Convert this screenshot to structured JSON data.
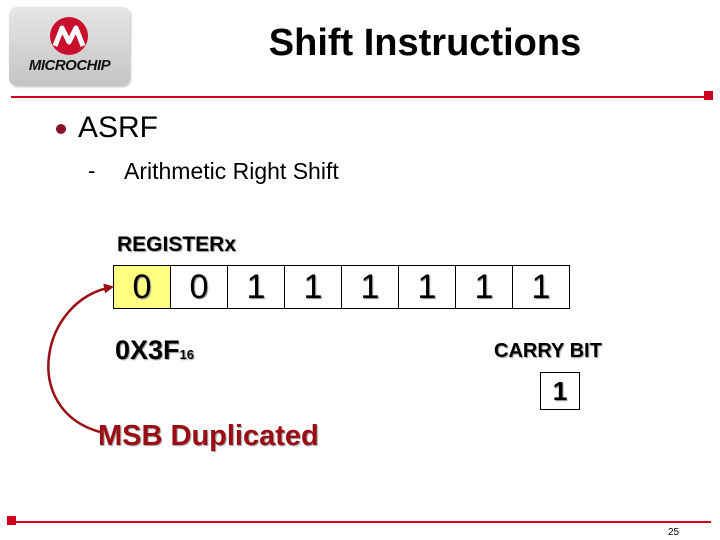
{
  "logo": {
    "text": "MICROCHIP"
  },
  "title": "Shift Instructions",
  "bullet": {
    "label": "ASRF"
  },
  "sub_bullet": {
    "dash": "-",
    "text": "Arithmetic Right Shift"
  },
  "register": {
    "label": "REGISTERx",
    "bits": [
      "0",
      "0",
      "1",
      "1",
      "1",
      "1",
      "1",
      "1"
    ],
    "hex_value": "0X3F",
    "hex_base": "16"
  },
  "carry": {
    "label": "CARRY BIT",
    "value": "1"
  },
  "annotation": "MSB Duplicated",
  "page_number": "25",
  "colors": {
    "accent_red": "#d2001f",
    "annotation_red": "#9b0d14",
    "highlight": "#ffff80"
  }
}
